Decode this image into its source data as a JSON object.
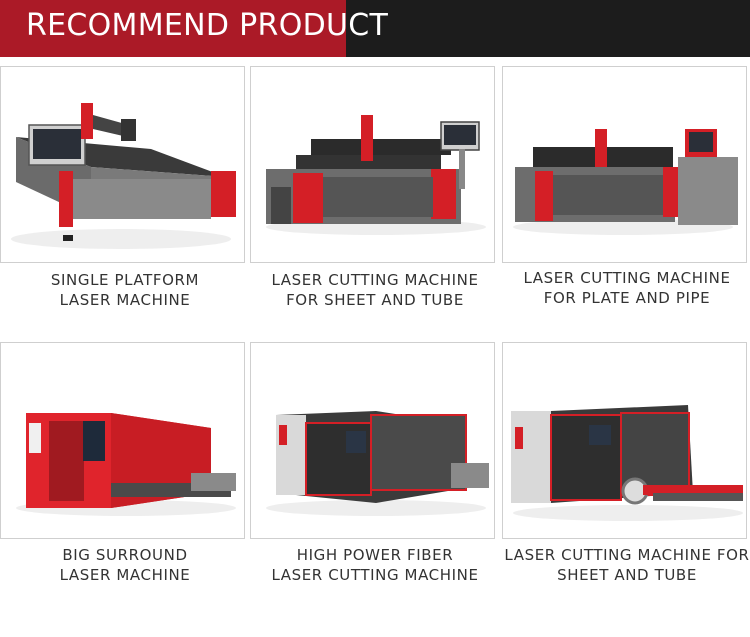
{
  "header": {
    "title": "RECOMMEND PRODUCT"
  },
  "products": [
    {
      "line1": "SINGLE PLATFORM",
      "line2": "LASER MACHINE"
    },
    {
      "line1": "LASER CUTTING MACHINE",
      "line2": "FOR SHEET AND TUBE"
    },
    {
      "line1": "LASER CUTTING MACHINE",
      "line2": "FOR PLATE AND PIPE"
    },
    {
      "line1": "BIG SURROUND",
      "line2": "LASER MACHINE"
    },
    {
      "line1": "HIGH POWER FIBER",
      "line2": "LASER CUTTING MACHINE"
    },
    {
      "line1": "LASER CUTTING MACHINE FOR",
      "line2": "SHEET AND TUBE"
    }
  ],
  "colors": {
    "brand_red": "#ab1a27",
    "header_dark": "#1c1c1c",
    "machine_red": "#d41f26",
    "machine_grey": "#5a5a5a"
  }
}
